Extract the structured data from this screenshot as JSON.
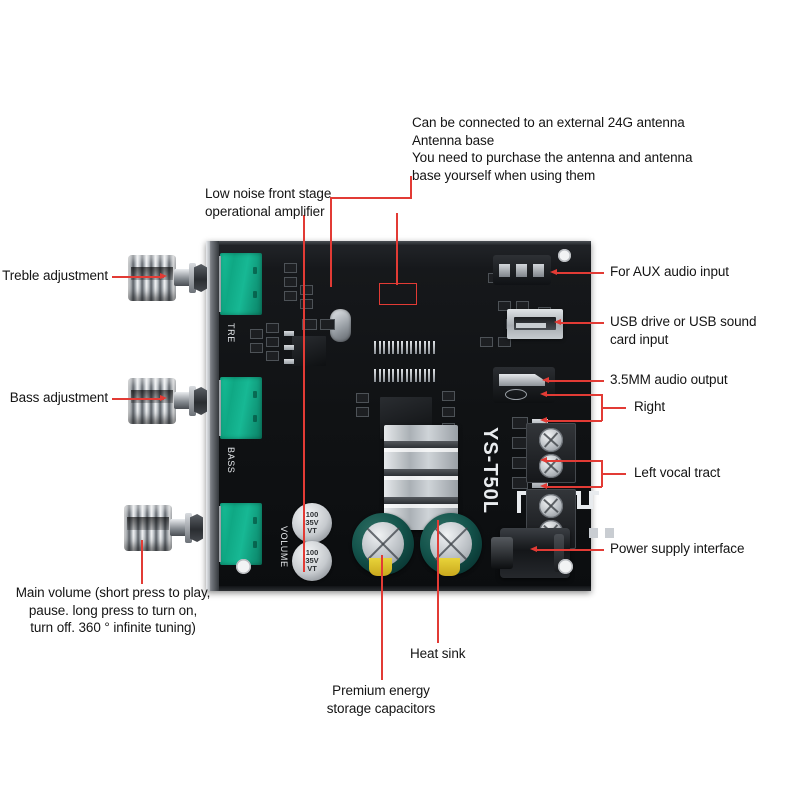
{
  "product": {
    "model": "YS-T50L",
    "silkscreen": {
      "treble": "TRE",
      "bass": "BASS",
      "volume": "VOLUME",
      "cap_value_line1": "100",
      "cap_value_line2": "35V",
      "cap_value_line3": "VT"
    }
  },
  "annotations": [
    {
      "id": "antenna",
      "text": "Can be connected to an external 24G antenna\nAntenna base\nYou need to purchase the antenna and antenna\nbase yourself when using them",
      "align": "left"
    },
    {
      "id": "opamp",
      "text": "Low noise front stage\noperational amplifier",
      "align": "left"
    },
    {
      "id": "treble",
      "text": "Treble adjustment",
      "align": "left"
    },
    {
      "id": "bass",
      "text": "Bass adjustment",
      "align": "left"
    },
    {
      "id": "main-volume",
      "text": "Main volume (short press to play,\npause. long press to turn on,\nturn off. 360 ° infinite tuning)",
      "align": "center"
    },
    {
      "id": "aux",
      "text": "For AUX audio input",
      "align": "left"
    },
    {
      "id": "usb",
      "text": "USB drive or USB sound\ncard input",
      "align": "left"
    },
    {
      "id": "audio-out",
      "text": "3.5MM audio output",
      "align": "left"
    },
    {
      "id": "right",
      "text": "Right",
      "align": "left"
    },
    {
      "id": "left",
      "text": "Left vocal tract",
      "align": "left"
    },
    {
      "id": "power",
      "text": "Power supply interface",
      "align": "left"
    },
    {
      "id": "heatsink",
      "text": "Heat sink",
      "align": "left"
    },
    {
      "id": "capacitors",
      "text": "Premium energy\nstorage capacitors",
      "align": "center"
    }
  ],
  "colors": {
    "leader_line": "#e23b35",
    "text": "#141414",
    "background": "#ffffff",
    "pcb": "#101214",
    "pot_green": "#0fa884",
    "capacitor_teal": "#14544c",
    "capacitor_stripe": "#e8d33a"
  }
}
